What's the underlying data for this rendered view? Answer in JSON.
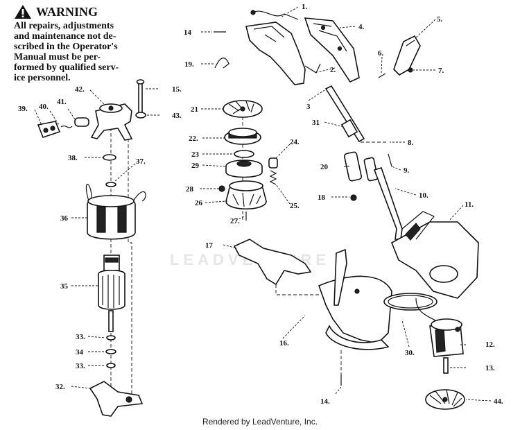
{
  "warning": {
    "title": "WARNING",
    "body": "All repairs, adjustments\nand maintenance not de-\nscribed in the Operator's\nManual must be per-\nformed by qualified serv-\nice personnel."
  },
  "watermark": "LEADVENTURE",
  "credit": "Rendered by LeadVenture, Inc.",
  "callouts": [
    "1.",
    "2.",
    "3",
    "4.",
    "5.",
    "6.",
    "7.",
    "8.",
    "9.",
    "10.",
    "11.",
    "12.",
    "13.",
    "14",
    "14.",
    "15.",
    "16.",
    "17",
    "18",
    "19.",
    "20",
    "21",
    "22.",
    "23",
    "24.",
    "25.",
    "26",
    "27.",
    "28",
    "29",
    "30.",
    "31",
    "32.",
    "33.",
    "33.",
    "34",
    "35",
    "36",
    "37.",
    "38.",
    "39.",
    "40.",
    "41.",
    "42.",
    "43.",
    "44."
  ]
}
